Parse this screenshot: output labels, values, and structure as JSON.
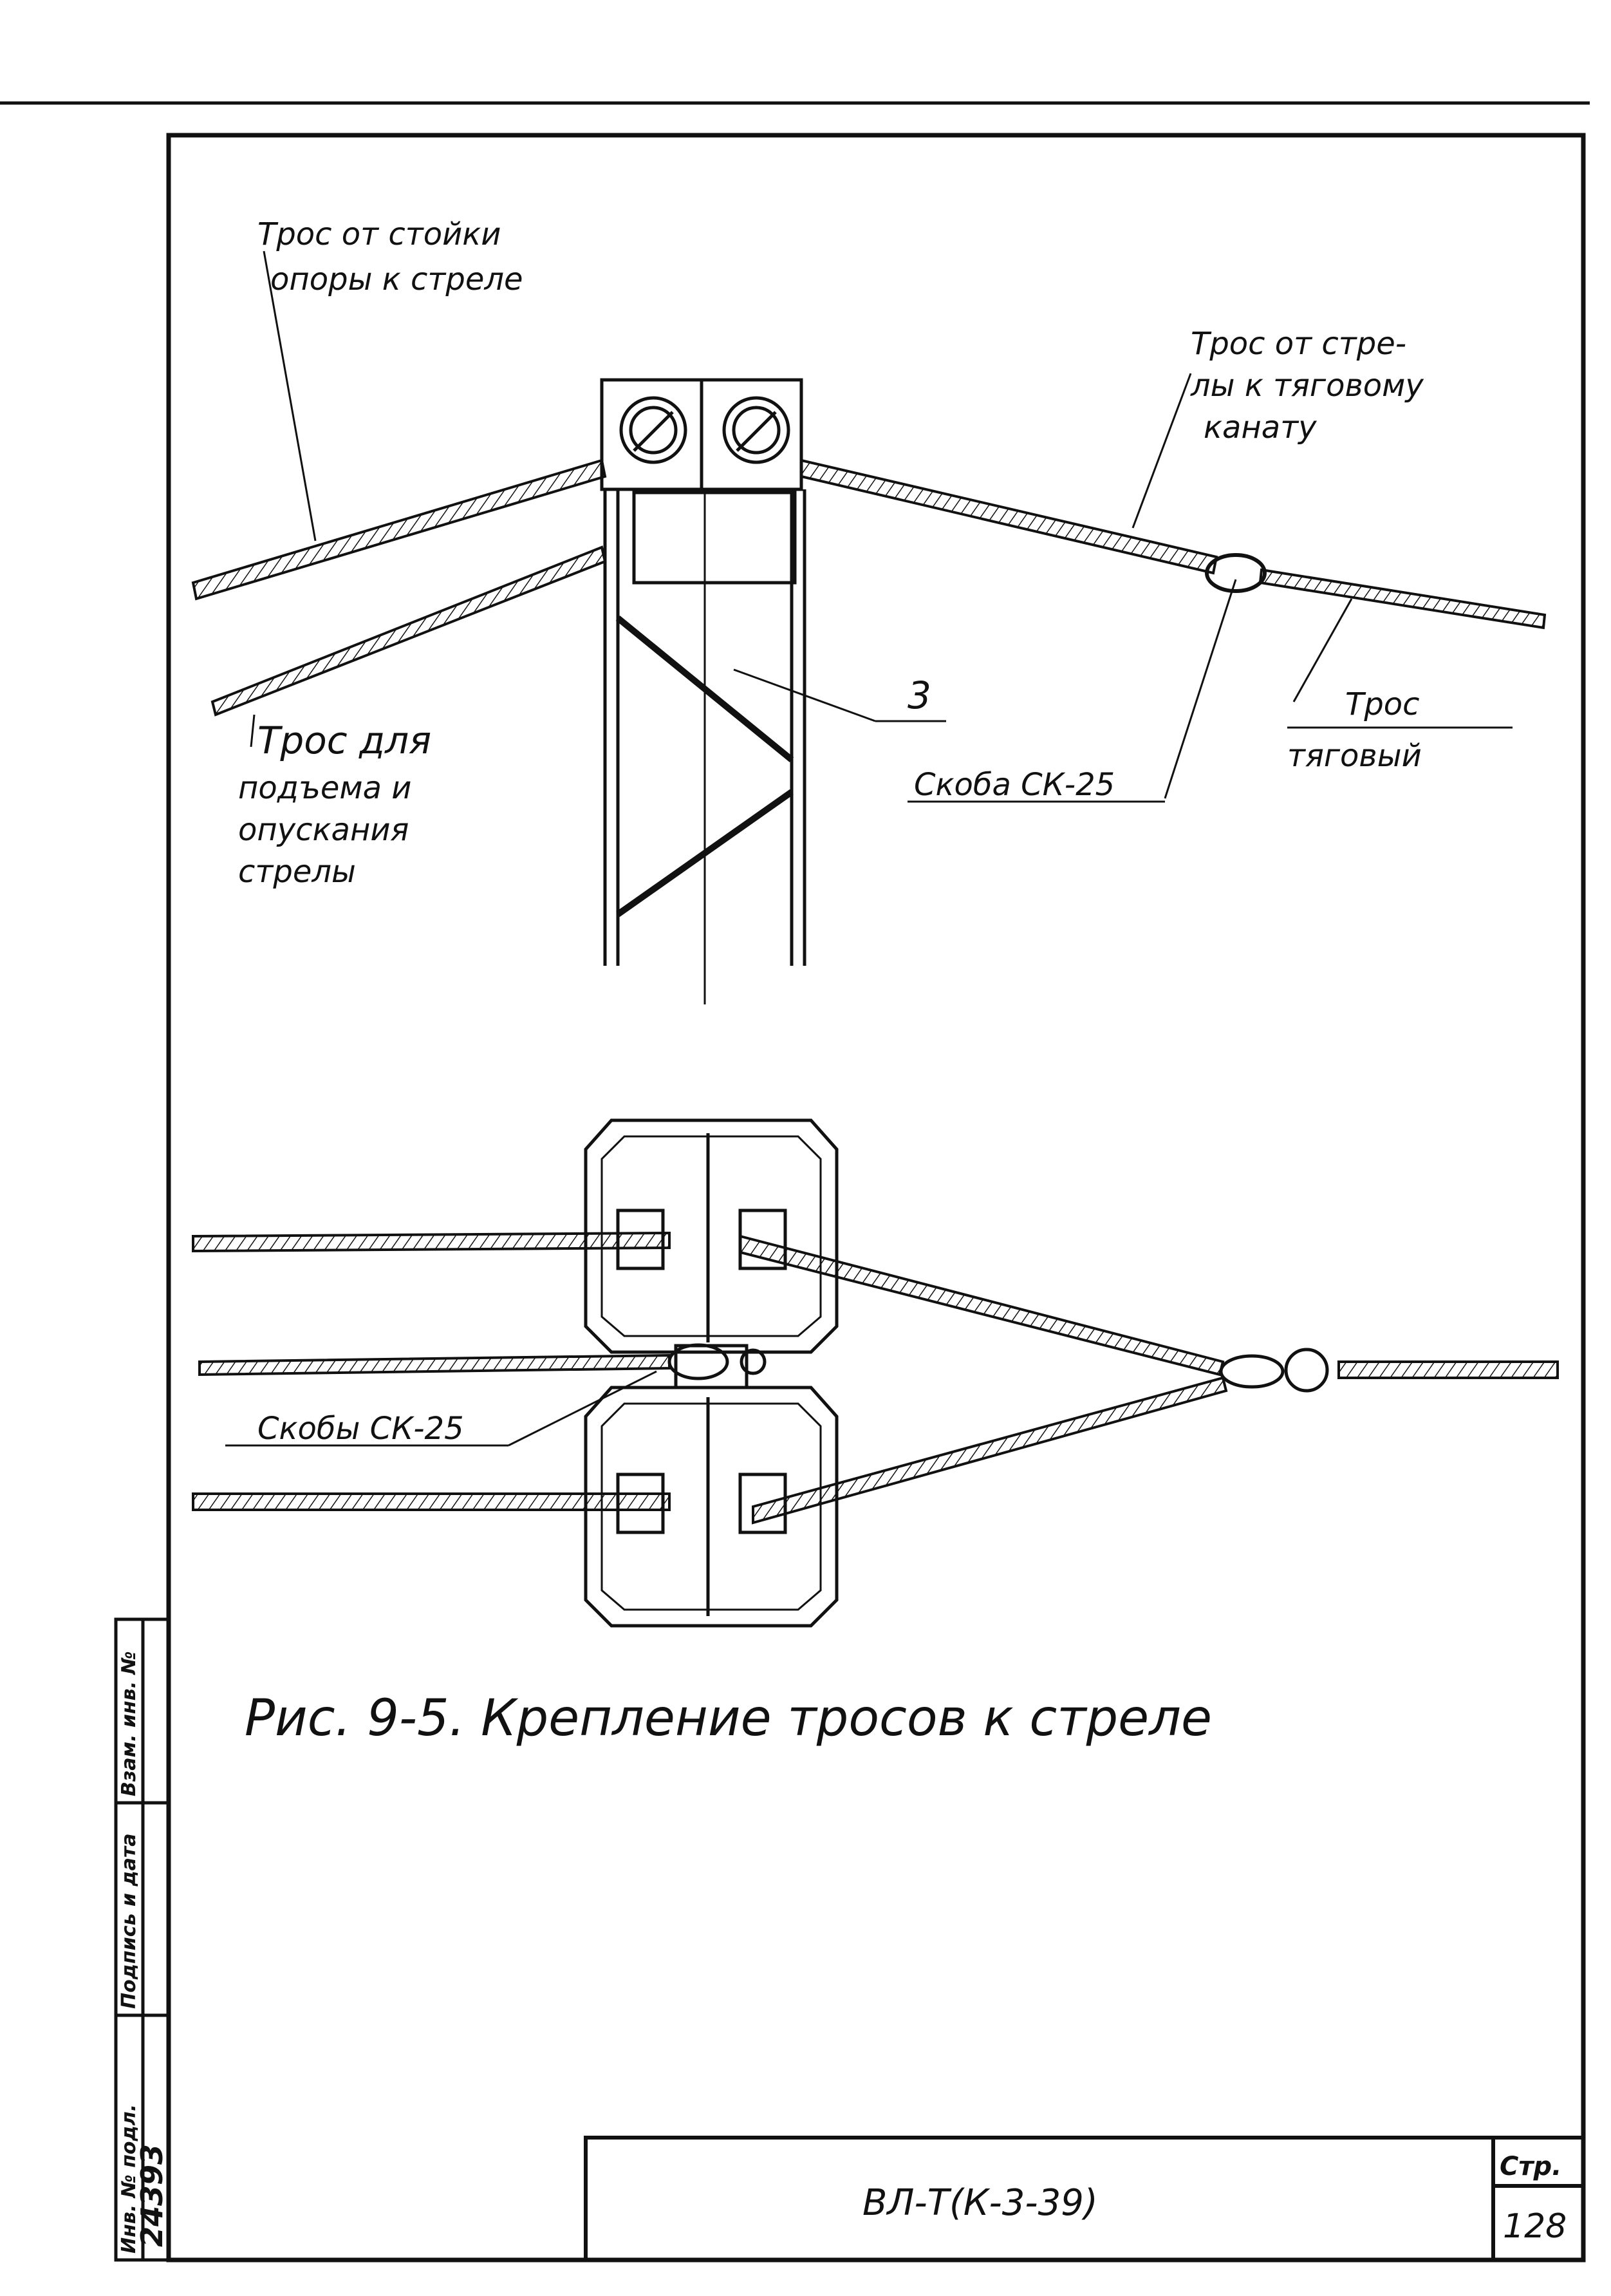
{
  "labels": {
    "top_left_cable": [
      "Трос от стойки",
      "опоры к стреле"
    ],
    "top_right_cable": [
      "Трос от стре-",
      "лы к тяговому",
      "канату"
    ],
    "lift_cable": [
      "Трос для",
      "подъема и",
      "опускания",
      "стрелы"
    ],
    "traction_cable": [
      "Трос",
      "тяговый"
    ],
    "callout_number": "3",
    "shackle_top": "Скоба СК-25",
    "shackle_bottom": "Скобы СК-25"
  },
  "caption": "Рис. 9-5. Крепление тросов к стреле",
  "side_stamp": {
    "col1": "Инв. № подл.",
    "col2": "Подпись и дата",
    "col3": "Взам. инв. №",
    "inventory_number": "24393"
  },
  "title_block": {
    "document_code": "ВЛ-Т(К-3-39)",
    "page_label": "Стр.",
    "page_number": "128"
  }
}
